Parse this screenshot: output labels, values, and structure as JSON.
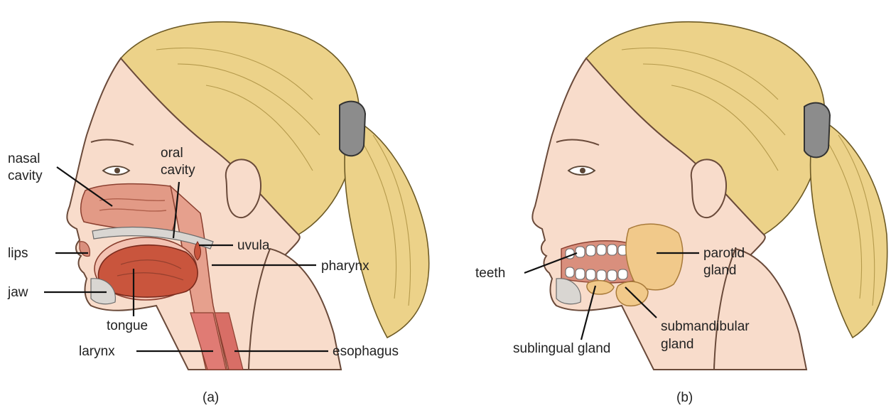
{
  "panel_a": {
    "caption": "(a)",
    "labels": {
      "nasal_1": "nasal",
      "nasal_2": "cavity",
      "oral_1": "oral",
      "oral_2": "cavity",
      "lips": "lips",
      "uvula": "uvula",
      "pharynx": "pharynx",
      "jaw": "jaw",
      "tongue": "tongue",
      "larynx": "larynx",
      "esophagus": "esophagus"
    }
  },
  "panel_b": {
    "caption": "(b)",
    "labels": {
      "teeth": "teeth",
      "parotid_1": "parotid",
      "parotid_2": "gland",
      "submandibular_1": "submandibular",
      "submandibular_2": "gland",
      "sublingual": "sublingual gland"
    }
  },
  "colors": {
    "skin": "#f8dccb",
    "hair": "#ecd289",
    "hair_tie": "#8c8c8c",
    "tissue": "#d98f7d",
    "tongue": "#c9553d",
    "gland": "#f1c98a",
    "bone": "#d9d6d2"
  }
}
